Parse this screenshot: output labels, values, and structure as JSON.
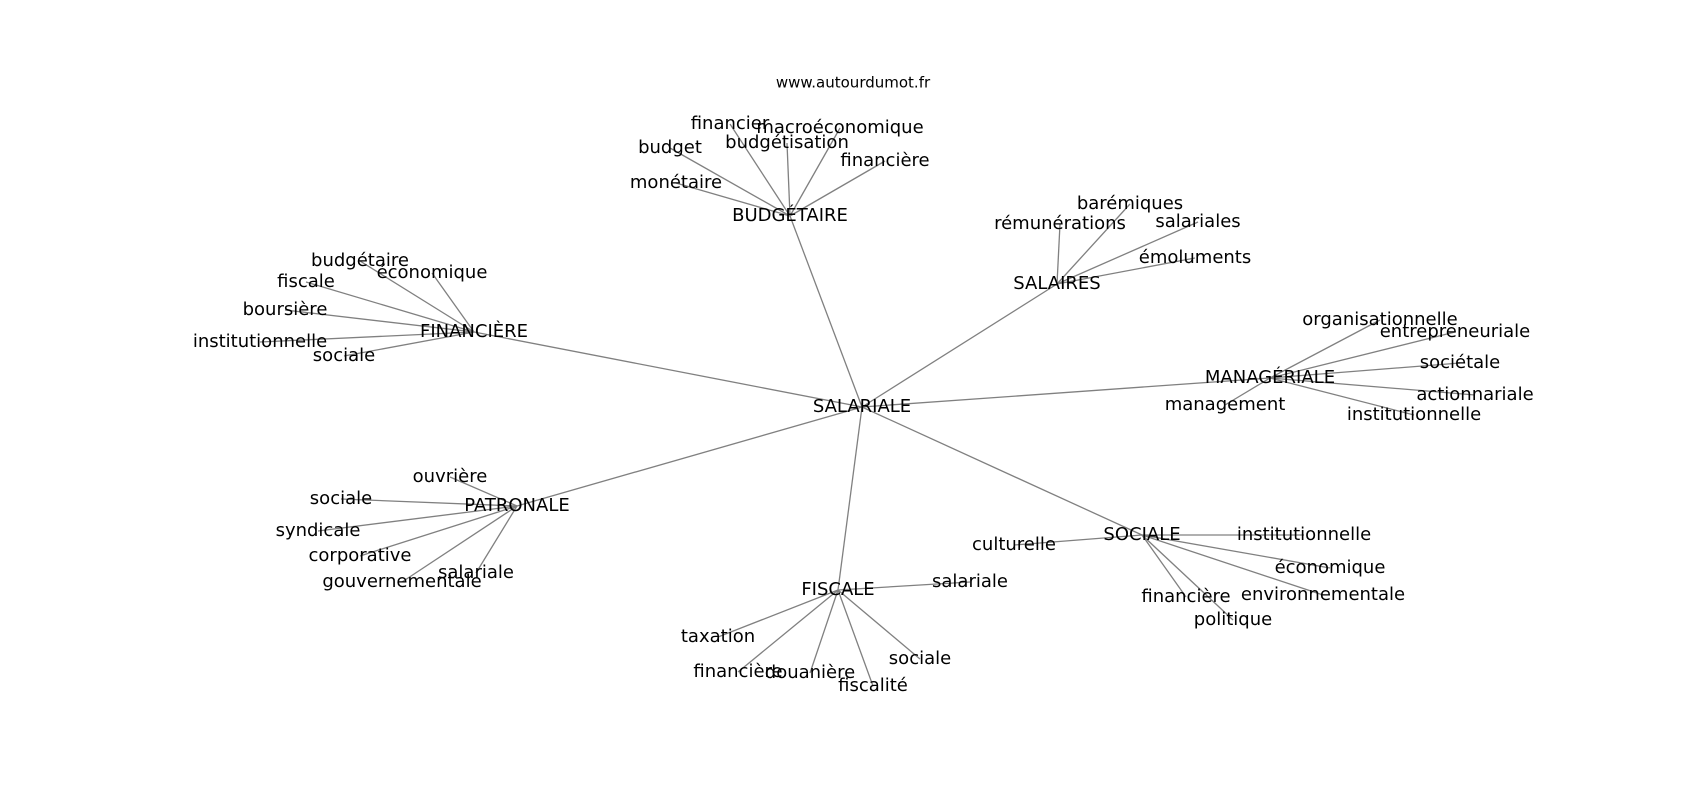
{
  "source": "www.autourdumot.fr",
  "graph": {
    "root": "SALARIALE",
    "hubs": [
      {
        "id": "budgetaire",
        "label": "BUDGÉTAIRE",
        "leaves": [
          "monétaire",
          "budget",
          "financier",
          "budgétisation",
          "macroéconomique",
          "financière"
        ]
      },
      {
        "id": "salaires",
        "label": "SALAIRES",
        "leaves": [
          "rémunérations",
          "barémiques",
          "salariales",
          "émoluments"
        ]
      },
      {
        "id": "financiere",
        "label": "FINANCIÈRE",
        "leaves": [
          "budgétaire",
          "fiscale",
          "économique",
          "boursière",
          "institutionnelle",
          "sociale"
        ]
      },
      {
        "id": "manageriale",
        "label": "MANAGÉRIALE",
        "leaves": [
          "organisationnelle",
          "entrepreneuriale",
          "sociétale",
          "actionnariale",
          "management",
          "institutionnelle"
        ]
      },
      {
        "id": "patronale",
        "label": "PATRONALE",
        "leaves": [
          "ouvrière",
          "sociale",
          "syndicale",
          "corporative",
          "gouvernementale",
          "salariale"
        ]
      },
      {
        "id": "sociale",
        "label": "SOCIALE",
        "leaves": [
          "culturelle",
          "institutionnelle",
          "économique",
          "environnementale",
          "financière",
          "politique"
        ]
      },
      {
        "id": "fiscale",
        "label": "FISCALE",
        "leaves": [
          "salariale",
          "taxation",
          "financière",
          "douanière",
          "fiscalité",
          "sociale"
        ]
      }
    ]
  }
}
